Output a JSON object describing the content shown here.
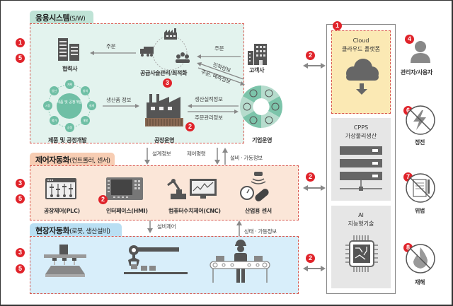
{
  "sections": {
    "app": {
      "title": "응용시스템",
      "subtitle": "(S/W)",
      "bg": "#e3f3ee",
      "tab_bg": "#bfe3d6"
    },
    "control": {
      "title": "제어자동화",
      "subtitle": "(컨트롤러, 센서)",
      "bg": "#fbe6d8",
      "tab_bg": "#f7cdb3"
    },
    "field": {
      "title": "현장자동화",
      "subtitle": "(로봇, 생산설비)",
      "bg": "#d8eefa",
      "tab_bg": "#b9dff3"
    }
  },
  "app_nodes": {
    "partner": "협력사",
    "scm": "공급사슬관리/최적화",
    "customer": "고객사",
    "product_dev": "제품 및 공정개발",
    "factory_ops": "공장운영",
    "enterprise_ops": "기업운영"
  },
  "app_arrows": {
    "order_to_partner": "주문",
    "order_from_customer": "주문",
    "progress_info": "진척정보",
    "order_forecast": "주문, 예측정보",
    "product_info": "생산품 정보",
    "production_result": "생산실적정보",
    "order_mgmt": "주문관리정보"
  },
  "product_cycle": {
    "center": "제품 및 공정개발",
    "nodes": [
      "계획",
      "창의",
      "설계",
      "개발",
      "공정",
      "평가",
      "시장",
      "양산"
    ]
  },
  "between_app_control": {
    "design_info": "설계정보",
    "control_cmd": "제어명령",
    "equip_status": "설비 · 가동정보"
  },
  "control_nodes": {
    "plc": "공장제어(PLC)",
    "hmi": "인터페이스(HMI)",
    "cnc": "컴퓨터수치제어(CNC)",
    "sensor": "산업용 센서"
  },
  "between_control_field": {
    "equip_control": "설비제어",
    "status_info": "상태 · 가동정보"
  },
  "platform": {
    "cloud_en": "Cloud",
    "cloud_kr": "클라우드 플랫폼",
    "cpps_en": "CPPS",
    "cpps_kr": "가상물리생산",
    "ai_en": "AI",
    "ai_kr": "지능형기술",
    "cloud_bg": "#fbe9b4"
  },
  "threats": {
    "user": "관리자/사용자",
    "outage": "정전",
    "violation": "위법",
    "disaster": "재해"
  },
  "badges": {
    "app_left_1": "1",
    "app_left_2": "5",
    "scm_badge": "3",
    "factory_badge": "2",
    "control_left_1": "3",
    "control_left_2": "5",
    "hmi_badge": "2",
    "field_left_1": "3",
    "field_left_2": "5",
    "arrow_app": "2",
    "arrow_control": "2",
    "arrow_field": "2",
    "cloud_badge": "1",
    "user_badge": "4",
    "outage_badge": "6",
    "violation_badge": "7",
    "disaster_badge": "8"
  },
  "colors": {
    "accent_red": "#e0232a",
    "dash_red": "#d9574e",
    "icon_gray": "#555555",
    "teal": "#6fbfa5"
  }
}
